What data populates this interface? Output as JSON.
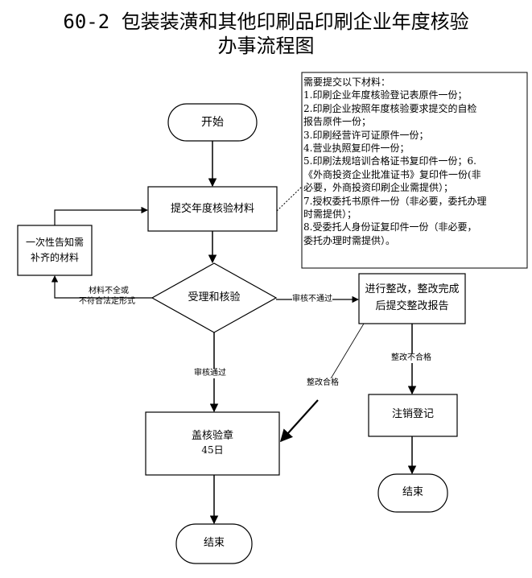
{
  "title": {
    "line1": "60-2 包装装潢和其他印刷品印刷企业年度核验",
    "line2": "办事流程图"
  },
  "nodes": {
    "start": "开始",
    "submit": "提交年度核验材料",
    "notify_line1": "一次性告知需",
    "notify_line2": "补齐的材料",
    "review": "受理和核验",
    "rectify_line1": "进行整改，整改完成",
    "rectify_line2": "后提交整改报告",
    "stamp_line1": "盖核验章",
    "stamp_line2": "45日",
    "cancel": "注销登记",
    "end_main": "结束",
    "end_right": "结束"
  },
  "edge_labels": {
    "incomplete_line1": "材料不全或",
    "incomplete_line2": "不符合法定形式",
    "review_failed": "审核不通过",
    "review_passed": "审核通过",
    "rectify_ok": "整改合格",
    "rectify_fail": "整改不合格"
  },
  "materials_note": [
    "需要提交以下材料：",
    "1.印刷企业年度核验登记表原件一份；",
    "2.印刷企业按照年度核验要求提交的自检",
    "报告原件一份；",
    "3.印刷经营许可证原件一份；",
    "4.营业执照复印件一份；",
    "5.印刷法规培训合格证书复印件一份；6.",
    "《外商投资企业批准证书》复印件一份(非",
    "必要，外商投资印刷企业需提供）；",
    "7.授权委托书原件一份（非必要，委托办理",
    "时需提供）；",
    "8.受委托人身份证复印件一份（非必要，",
    "委托办理时需提供）。"
  ]
}
